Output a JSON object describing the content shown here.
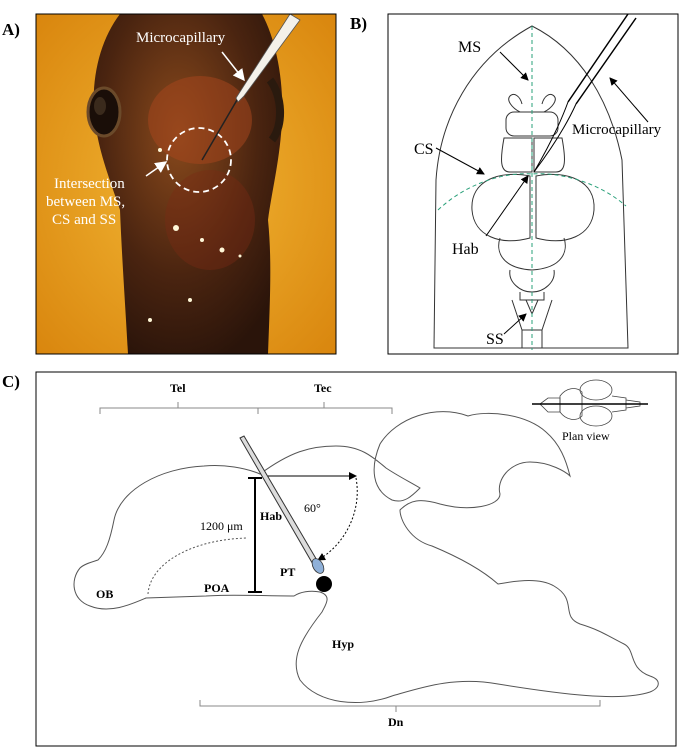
{
  "panel_a": {
    "letter": "A)",
    "microcapillary": "Microcapillary",
    "intersection_line1": "Intersection",
    "intersection_line2": "between MS,",
    "intersection_line3": "CS and SS"
  },
  "panel_b": {
    "letter": "B)",
    "ms": "MS",
    "cs": "CS",
    "hab": "Hab",
    "ss": "SS",
    "microcapillary": "Microcapillary"
  },
  "panel_c": {
    "letter": "C)",
    "tel": "Tel",
    "tec": "Tec",
    "ob": "OB",
    "poa": "POA",
    "hab": "Hab",
    "pt": "PT",
    "hyp": "Hyp",
    "dn": "Dn",
    "depth": "1200 μm",
    "angle": "60°",
    "plan_view": "Plan view"
  },
  "colors": {
    "green_dash": "#2aa07a",
    "photo_bg": "#e8a21c",
    "photo_head": "#5a2e10"
  }
}
